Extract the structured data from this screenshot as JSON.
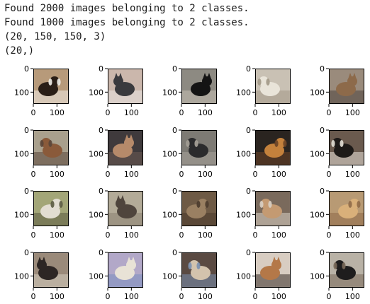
{
  "console": {
    "lines": [
      "Found 2000 images belonging to 2 classes.",
      "Found 1000 images belonging to 2 classes.",
      "(20, 150, 150, 3)",
      "(20,)"
    ]
  },
  "figure": {
    "grid_rows": 4,
    "grid_cols": 5,
    "image_size": 150,
    "x_tick_labels": [
      "0",
      "100"
    ],
    "y_tick_labels": [
      "0",
      "100"
    ],
    "x_tick_values": [
      0,
      100
    ],
    "y_tick_values": [
      0,
      100
    ],
    "panels": [
      {
        "subject": "dog",
        "bg": "#b79a7a",
        "fg": "#2a1e16",
        "accent": "#f2efe9"
      },
      {
        "subject": "cat",
        "bg": "#cbb7ac",
        "fg": "#3a3a3e",
        "accent": "#e9e6e3"
      },
      {
        "subject": "cat",
        "bg": "#8d8a82",
        "fg": "#141414",
        "accent": "#c7c0b4"
      },
      {
        "subject": "dog",
        "bg": "#c9c1b4",
        "fg": "#e9e4d9",
        "accent": "#a29886"
      },
      {
        "subject": "cat",
        "bg": "#9a8b7c",
        "fg": "#8d6a4a",
        "accent": "#4f463e"
      },
      {
        "subject": "dog",
        "bg": "#a9a08d",
        "fg": "#8a5a3a",
        "accent": "#5a463a"
      },
      {
        "subject": "cat",
        "bg": "#3f3a3c",
        "fg": "#b68a6a",
        "accent": "#6b5a52"
      },
      {
        "subject": "dog",
        "bg": "#7d7a74",
        "fg": "#2b2b2d",
        "accent": "#a8a39a"
      },
      {
        "subject": "dog",
        "bg": "#2a2420",
        "fg": "#c4813c",
        "accent": "#6a4226"
      },
      {
        "subject": "dog",
        "bg": "#6a5a4e",
        "fg": "#1d1a18",
        "accent": "#e7e2d8"
      },
      {
        "subject": "dog",
        "bg": "#a3a678",
        "fg": "#e2ddd2",
        "accent": "#5b5a40"
      },
      {
        "subject": "cat",
        "bg": "#b3ab98",
        "fg": "#4f453d",
        "accent": "#8b8272"
      },
      {
        "subject": "dog",
        "bg": "#6e5a45",
        "fg": "#9a8062",
        "accent": "#4a3a2c"
      },
      {
        "subject": "dog",
        "bg": "#7a6a5c",
        "fg": "#c49a72",
        "accent": "#d8cfc4"
      },
      {
        "subject": "dog",
        "bg": "#b89a74",
        "fg": "#d9b07a",
        "accent": "#8e6a48"
      },
      {
        "subject": "cat",
        "bg": "#9a8a7a",
        "fg": "#2d2624",
        "accent": "#d6cdc0"
      },
      {
        "subject": "cat",
        "bg": "#b2a8c8",
        "fg": "#e8e2d6",
        "accent": "#7b8ec0"
      },
      {
        "subject": "dog",
        "bg": "#5a4a42",
        "fg": "#d3c3ad",
        "accent": "#7a90b0"
      },
      {
        "subject": "cat",
        "bg": "#d8cdc2",
        "fg": "#b47848",
        "accent": "#3b302a"
      },
      {
        "subject": "dog",
        "bg": "#b9b2a6",
        "fg": "#1e1d1d",
        "accent": "#7a6a5a"
      }
    ]
  }
}
